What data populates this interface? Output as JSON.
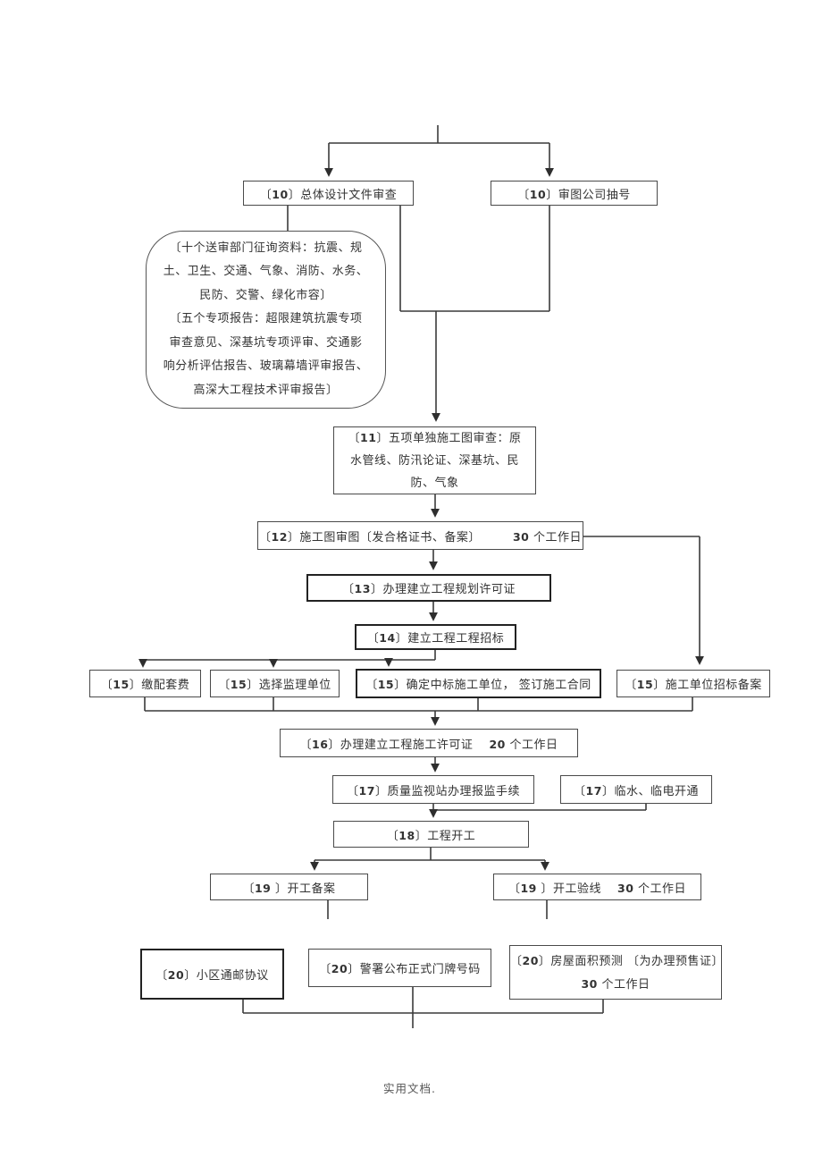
{
  "ink": "#3a3a3a",
  "footer": "实用文档.",
  "nodes": {
    "n10a": {
      "label": "〔10〕总体设计文件审查"
    },
    "n10b": {
      "label": "〔10〕审图公司抽号"
    },
    "bubble": {
      "lines": [
        "〔十个送审部门征询资料：抗震、规",
        "土、卫生、交通、气象、消防、水务、",
        "民防、交警、绿化市容〕",
        "〔五个专项报告：超限建筑抗震专项",
        "审查意见、深基坑专项评审、交通影",
        "响分析评估报告、玻璃幕墙评审报告、",
        "高深大工程技术评审报告〕"
      ]
    },
    "n11": {
      "lines": [
        "〔11〕五项单独施工图审查：原",
        "水管线、防汛论证、深基坑、民",
        "防、气象"
      ]
    },
    "n12": {
      "label": "〔12〕施工图审图〔发合格证书、备案〕",
      "duration": "30 个工作日"
    },
    "n13": {
      "label": "〔13〕办理建立工程规划许可证"
    },
    "n14": {
      "label": "〔14〕建立工程工程招标"
    },
    "n15a": {
      "label": "〔15〕缴配套费"
    },
    "n15b": {
      "label": "〔15〕选择监理单位"
    },
    "n15c": {
      "label": "〔15〕确定中标施工单位， 签订施工合同"
    },
    "n15d": {
      "label": "〔15〕施工单位招标备案"
    },
    "n16": {
      "label": "〔16〕办理建立工程施工许可证",
      "duration": "20 个工作日"
    },
    "n17a": {
      "label": "〔17〕质量监视站办理报监手续"
    },
    "n17b": {
      "label": "〔17〕临水、临电开通"
    },
    "n18": {
      "label": "〔18〕工程开工"
    },
    "n19a": {
      "label": "〔19 〕开工备案"
    },
    "n19b": {
      "label": "〔19 〕开工验线",
      "duration": "30 个工作日"
    },
    "n20a": {
      "label": "〔20〕小区通邮协议"
    },
    "n20b": {
      "label": "〔20〕警署公布正式门牌号码"
    },
    "n20c": {
      "lines": [
        "〔20〕房屋面积预测 〔为办理预售证〕",
        "30 个工作日"
      ]
    }
  }
}
